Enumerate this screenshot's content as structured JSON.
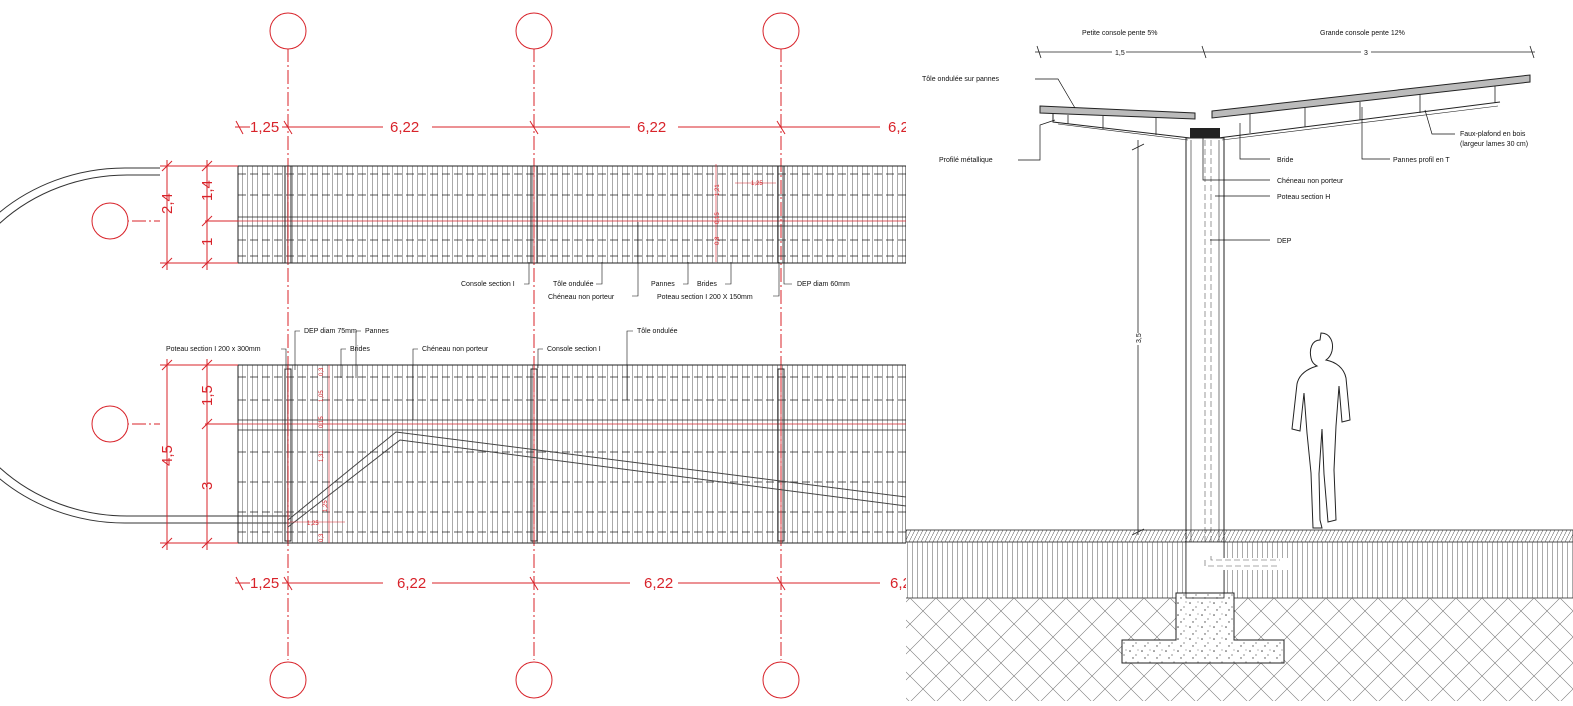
{
  "plan": {
    "dims_top": [
      "1,25",
      "6,22",
      "6,22",
      "6,2"
    ],
    "dims_bottom": [
      "1,25",
      "6,22",
      "6,22",
      "6,2"
    ],
    "upper_widths": [
      "2,4",
      "1,4",
      "1"
    ],
    "lower_widths": [
      "4,5",
      "1,5",
      "3"
    ],
    "upper_small": {
      "a": "1,21",
      "b": "0,15",
      "c": "0,8",
      "d": "1,25"
    },
    "lower_small": {
      "a": "0,3",
      "b": "1,05",
      "c": "0,15",
      "d": "1,31",
      "e": "1,25",
      "f": "1,25",
      "g": "0,3"
    },
    "upper_labels": {
      "console": "Console section I",
      "tole": "Tôle ondulée",
      "cheneau": "Chéneau non porteur",
      "pannes": "Pannes",
      "brides": "Brides",
      "poteau": "Poteau section I 200 X 150mm",
      "dep": "DEP diam 60mm"
    },
    "lower_labels": {
      "poteau": "Poteau section I 200 x 300mm",
      "dep": "DEP diam 75mm",
      "pannes": "Pannes",
      "brides": "Brides",
      "cheneau": "Chéneau non porteur",
      "console": "Console section I",
      "tole": "Tôle ondulée"
    }
  },
  "section": {
    "top_left": "Petite console pente 5%",
    "top_right": "Grande console pente 12%",
    "dim_left": "1,5",
    "dim_right": "3",
    "height_dim": "3,5",
    "labels": {
      "tole_sur_pannes": "Tôle ondulée sur pannes",
      "profile": "Profilé métallique",
      "bride": "Bride",
      "pannes_t": "Pannes profil en T",
      "faux_plafond_1": "Faux-plafond en bois",
      "faux_plafond_2": "(largeur lames 30 cm)",
      "cheneau": "Chéneau non porteur",
      "poteau_h": "Poteau section H",
      "dep": "DEP"
    }
  },
  "colors": {
    "dimension": "#d8232a",
    "line": "#1a1a1a"
  }
}
